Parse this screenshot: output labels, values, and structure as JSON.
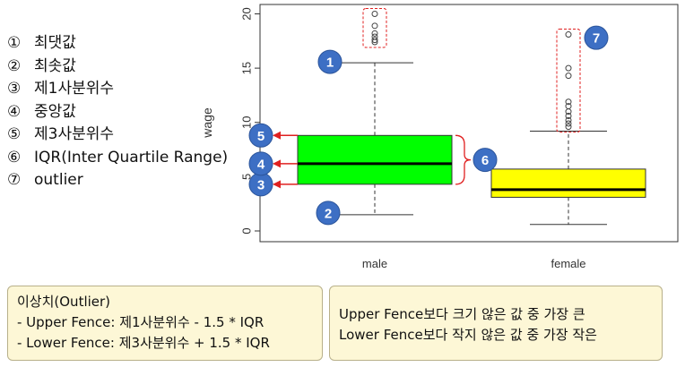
{
  "legend": [
    {
      "num": "①",
      "label": "최댓값"
    },
    {
      "num": "②",
      "label": "최솟값"
    },
    {
      "num": "③",
      "label": "제1사분위수"
    },
    {
      "num": "④",
      "label": "중앙값"
    },
    {
      "num": "⑤",
      "label": "제3사분위수"
    },
    {
      "num": "⑥",
      "label": "IQR(Inter Quartile Range)"
    },
    {
      "num": "⑦",
      "label": "outlier"
    }
  ],
  "chart_data": {
    "type": "boxplot",
    "ylabel": "wage",
    "ylim": [
      -0.5,
      20.5
    ],
    "yticks": [
      0,
      5,
      10,
      15,
      20
    ],
    "categories": [
      "male",
      "female"
    ],
    "boxes": [
      {
        "category": "male",
        "whisker_low": 1.5,
        "q1": 4.3,
        "median": 6.2,
        "q3": 8.8,
        "whisker_high": 15.5,
        "outliers": [
          17.4,
          17.6,
          17.9,
          18.2,
          18.9,
          20.0
        ],
        "color": "#00ff00"
      },
      {
        "category": "female",
        "whisker_low": 0.6,
        "q1": 3.1,
        "median": 3.8,
        "q3": 5.7,
        "whisker_high": 9.2,
        "outliers": [
          9.6,
          9.9,
          10.2,
          10.6,
          11.0,
          11.5,
          11.9,
          14.3,
          15.0,
          18.1
        ],
        "color": "#ffff00"
      }
    ],
    "markers": [
      {
        "text": "1",
        "at": "male max whisker"
      },
      {
        "text": "2",
        "at": "male min whisker"
      },
      {
        "text": "3",
        "at": "male Q1"
      },
      {
        "text": "4",
        "at": "male median"
      },
      {
        "text": "5",
        "at": "male Q3"
      },
      {
        "text": "6",
        "at": "male IQR brace"
      },
      {
        "text": "7",
        "at": "female outliers"
      }
    ]
  },
  "notes": {
    "left": {
      "title": "이상치(Outlier)",
      "line1": "-  Upper Fence: 제1사분위수 - 1.5 * IQR",
      "line2": "-  Lower Fence: 제3사분위수 + 1.5 * IQR"
    },
    "right": {
      "line1": "Upper Fence보다 크기 않은 값 중 가장 큰",
      "line2": "Lower Fence보다 작지 않은 값 중 가장 작은"
    }
  }
}
